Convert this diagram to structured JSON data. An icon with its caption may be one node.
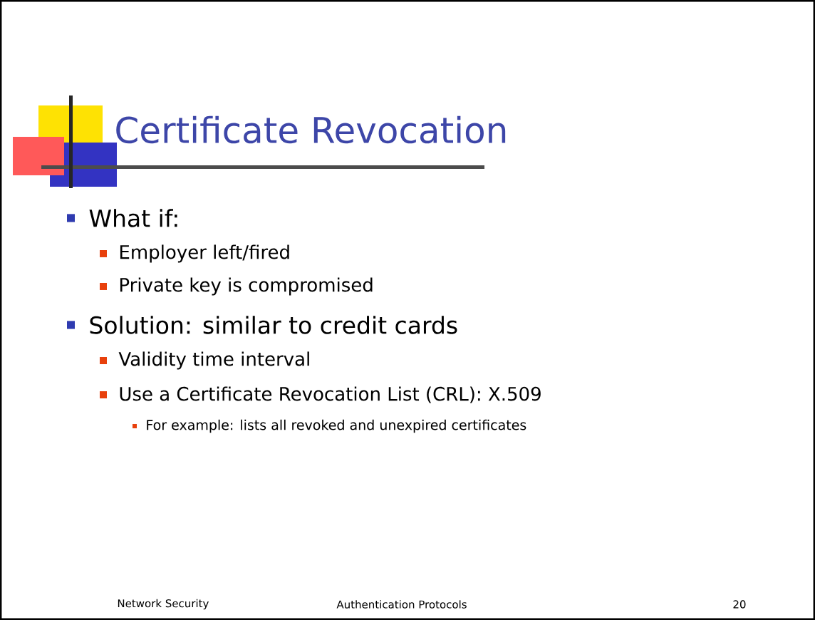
{
  "diagram": {
    "title": "Certificate Revocation",
    "labels": [
      "What if:",
      "Employer left/fired",
      "Private key is compromised",
      "Solution: similar to credit cards",
      "Validity time interval",
      "Use a Certificate Revocation List (CRL): X.509",
      "For example: lists all revoked and unexpired certificates",
      "Network Security",
      "Authentication Protocols",
      "20"
    ]
  }
}
